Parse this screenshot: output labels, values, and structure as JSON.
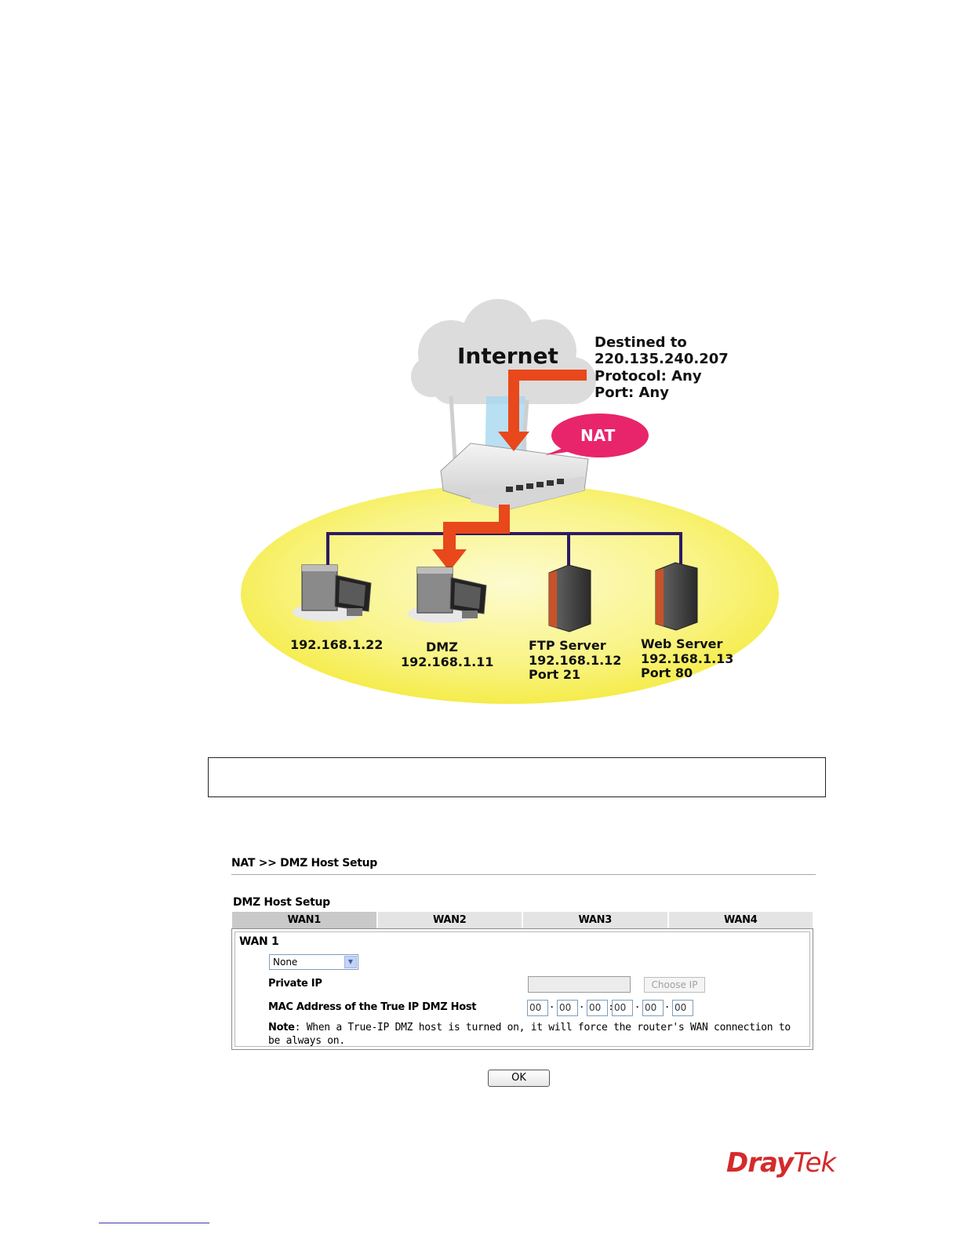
{
  "diagram": {
    "cloud_label": "Internet",
    "destination_lines": [
      "Destined to",
      "220.135.240.207",
      "Protocol: Any",
      "Port: Any"
    ],
    "nat_label": "NAT",
    "hosts": [
      {
        "lines": [
          "192.168.1.22"
        ]
      },
      {
        "lines": [
          "DMZ",
          "192.168.1.11"
        ]
      },
      {
        "lines": [
          "FTP Server",
          "192.168.1.12",
          "Port 21"
        ]
      },
      {
        "lines": [
          "Web Server",
          "192.168.1.13",
          "Port 80"
        ]
      }
    ],
    "colors": {
      "ellipse": "#f7f05a",
      "arrow": "#e8481b",
      "line": "#2e1a63",
      "nat_bubble": "#e8256a"
    }
  },
  "ui": {
    "breadcrumb": "NAT >> DMZ Host Setup",
    "section_title": "DMZ Host Setup",
    "tabs": [
      "WAN1",
      "WAN2",
      "WAN3",
      "WAN4"
    ],
    "active_tab": "WAN1",
    "wan_label": "WAN 1",
    "select_value": "None",
    "private_ip_label": "Private IP",
    "private_ip_value": "",
    "choose_ip_button": "Choose IP",
    "mac_label": "MAC Address of the True IP DMZ Host",
    "mac_values": [
      "00",
      "00",
      "00",
      "00",
      "00",
      "00"
    ],
    "note_label": "Note",
    "note_text": ": When a True-IP DMZ host is turned on, it will force the router's WAN connection to be always on.",
    "ok_button": "OK"
  },
  "logo": {
    "part1": "Dray",
    "part2": "Tek",
    "color": "#d42b2b"
  }
}
